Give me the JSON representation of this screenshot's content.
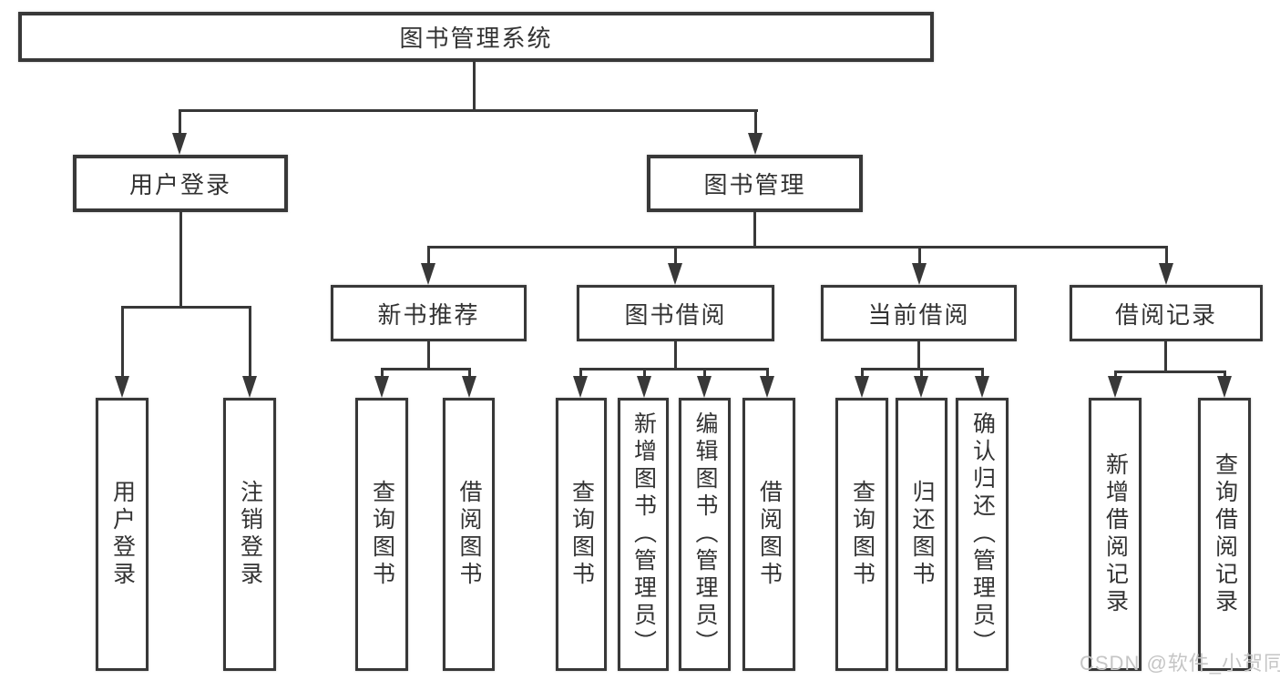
{
  "watermark": "CSDN @软件_小贺同学",
  "colors": {
    "line": "#383838",
    "box_border": "#383838",
    "box_background": "#ffffff",
    "text": "#333333",
    "watermark_text": "#c5c5c5",
    "page_background": "#ffffff"
  },
  "tree": {
    "label": "图书管理系统",
    "children": [
      {
        "label": "用户登录",
        "children": [
          {
            "label": "用户登录"
          },
          {
            "label": "注销登录"
          }
        ]
      },
      {
        "label": "图书管理",
        "children": [
          {
            "label": "新书推荐",
            "children": [
              {
                "label": "查询图书"
              },
              {
                "label": "借阅图书"
              }
            ]
          },
          {
            "label": "图书借阅",
            "children": [
              {
                "label": "查询图书"
              },
              {
                "label": "新增图书（管理员）"
              },
              {
                "label": "编辑图书（管理员）"
              },
              {
                "label": "借阅图书"
              }
            ]
          },
          {
            "label": "当前借阅",
            "children": [
              {
                "label": "查询图书"
              },
              {
                "label": "归还图书"
              },
              {
                "label": "确认归还（管理员）"
              }
            ]
          },
          {
            "label": "借阅记录",
            "children": [
              {
                "label": "新增借阅记录"
              },
              {
                "label": "查询借阅记录"
              }
            ]
          }
        ]
      }
    ]
  }
}
